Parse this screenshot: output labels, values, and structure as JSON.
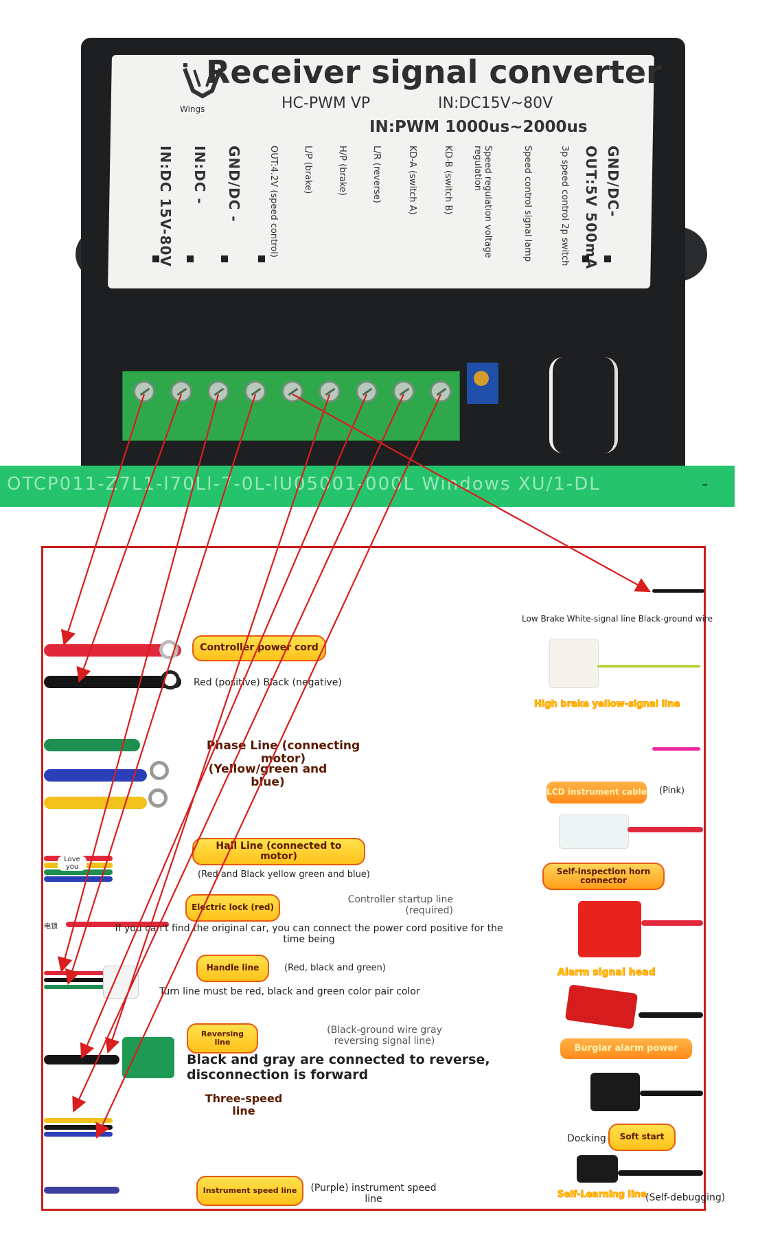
{
  "device": {
    "title": "Receiver signal converter",
    "logo_text": "Wings",
    "model": "HC-PWM VP",
    "input_voltage": "IN:DC15V~80V",
    "input_pwm": "IN:PWM 1000us~2000us",
    "terminal_labels": [
      "IN:DC 15V-80V",
      "IN:DC -",
      "GND/DC -",
      "OUT:4.2V (speed control)",
      "L/P (brake)",
      "H/P (brake)",
      "L/R (reverse)",
      "KD-A (switch A)",
      "KD-B (switch B)",
      "Speed regulation voltage regulation",
      "Speed control signal lamp",
      "3p speed control 2p switch",
      "OUT:5V 500mA",
      "GND/DC-"
    ]
  },
  "strip": {
    "text": "OTCP011-Z7L1-l70Ll-7-0L-lU05001-000L Windows XU/1-DL",
    "dash": "-"
  },
  "left_items": {
    "controller_power": {
      "label": "Controller power cord",
      "desc": "Red (positive) Black (negative)"
    },
    "phase_line": {
      "label": "Phase Line (connecting motor)",
      "desc": "(Yellow/green and blue)"
    },
    "hall_line": {
      "label": "Hall Line (connected to motor)",
      "desc": "(Red and Black yellow green and blue)",
      "cable_tag": "Love you"
    },
    "electric_lock": {
      "label": "Electric lock (red)",
      "note_title": "Controller startup line (required)",
      "note": "If you can't find the original car, you can connect the power cord positive for the time being",
      "cable_tag": "电锁"
    },
    "handle_line": {
      "label": "Handle line",
      "desc": "(Red, black and green)",
      "note": "Turn line must be red, black and green color pair color"
    },
    "reversing_line": {
      "label": "Reversing line",
      "desc": "(Black-ground wire gray reversing signal line)",
      "note": "Black and gray are connected to reverse, disconnection is forward"
    },
    "three_speed": {
      "label": "Three-speed line"
    },
    "instrument_speed": {
      "label": "Instrument speed line",
      "desc": "(Purple) instrument speed line"
    }
  },
  "right_items": {
    "low_brake": "Low Brake White-signal line Black-ground wire",
    "high_brake": "High brake yellow-signal line",
    "lcd": {
      "label": "LCD instrument cable",
      "desc": "(Pink)"
    },
    "self_inspection": "Self-inspection horn connector",
    "alarm_signal": "Alarm signal head",
    "burglar_alarm": "Burglar alarm power",
    "docking": "Docking",
    "soft_start": "Soft start",
    "self_learning": {
      "label": "Self-Learning line",
      "desc": "(Self-debugging)"
    }
  },
  "colors": {
    "arrow": "#d81e1e",
    "tag_fill": "#ffd22e",
    "tag_border": "#e85a10",
    "terminal_green": "#2fa84b",
    "panel_border": "#c81d1d"
  }
}
